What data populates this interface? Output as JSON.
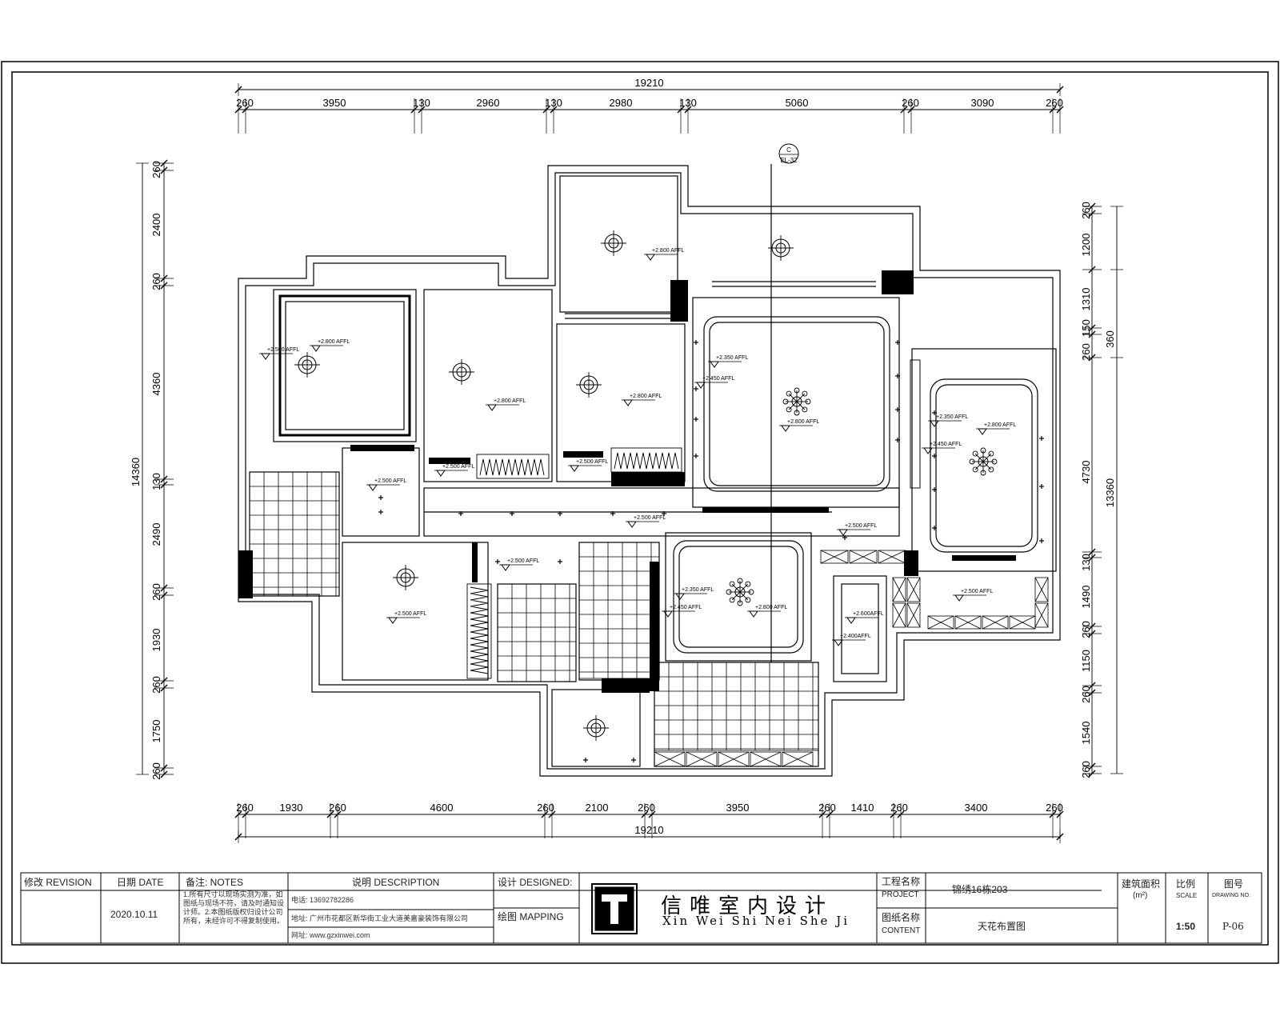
{
  "drawing": {
    "top_dims": [
      "260",
      "3950",
      "130",
      "2960",
      "130",
      "2980",
      "130",
      "5060",
      "260",
      "3090",
      "260"
    ],
    "top_total": "19210",
    "bottom_dims": [
      "260",
      "1930",
      "260",
      "4600",
      "260",
      "2100",
      "260",
      "3950",
      "260",
      "1410",
      "260",
      "3400",
      "260"
    ],
    "bottom_total": "19210",
    "left_dims": [
      "260",
      "2400",
      "260",
      "4360",
      "130",
      "2490",
      "260",
      "1930",
      "260",
      "1750",
      "260"
    ],
    "left_total": "14360",
    "right_dims": [
      "260",
      "1200",
      "1310",
      "150",
      "260",
      "4730",
      "130",
      "1490",
      "260",
      "1150",
      "260",
      "1540",
      "260"
    ],
    "right_total_1": "360",
    "right_total_2": "13360",
    "section_mark": {
      "top": "C",
      "bottom": "EL-32"
    },
    "ceiling_labels": {
      "a2800": "+2.800 AFFL",
      "a2500": "+2.500 AFFL",
      "a2600": "+2.600AFFL",
      "a2400": "+2.400AFFL",
      "a2350": "+2.350 AFFL",
      "a2450": "+2.450 AFFL"
    }
  },
  "title_block": {
    "revision_label": "修改 REVISION",
    "date_label": "日期 DATE",
    "date_value": "2020.10.11",
    "notes_label": "备注: NOTES",
    "notes_text": "1.所有尺寸以现场实测为准，如图纸与现场不符，请及时通知设计师。2.本图纸版权归设计公司所有，未经许可不得复制使用。",
    "description_label": "说明 DESCRIPTION",
    "phone": "电话: 13692782286",
    "address": "地址: 广州市花都区新华街工业大道美嘉豪装饰有限公司",
    "website": "网址: www.gzxinwei.com",
    "designed_label": "设计 DESIGNED:",
    "mapping_label": "绘图 MAPPING",
    "company_cn": "信唯室内设计",
    "company_en": "Xin Wei Shi Nei She Ji",
    "project_label_cn": "工程名称",
    "project_label_en": "PROJECT",
    "project_value": "锦绣16栋203",
    "content_label_cn": "图纸名称",
    "content_label_en": "CONTENT",
    "content_value": "天花布置图",
    "area_label_cn": "建筑面积",
    "area_label_en": "(m²)",
    "scale_label_cn": "比例",
    "scale_label_en": "SCALE",
    "scale_value": "1:50",
    "drawing_no_label_cn": "图号",
    "drawing_no_label_en": "DRAWING NO.",
    "drawing_no_value": "P-06"
  }
}
